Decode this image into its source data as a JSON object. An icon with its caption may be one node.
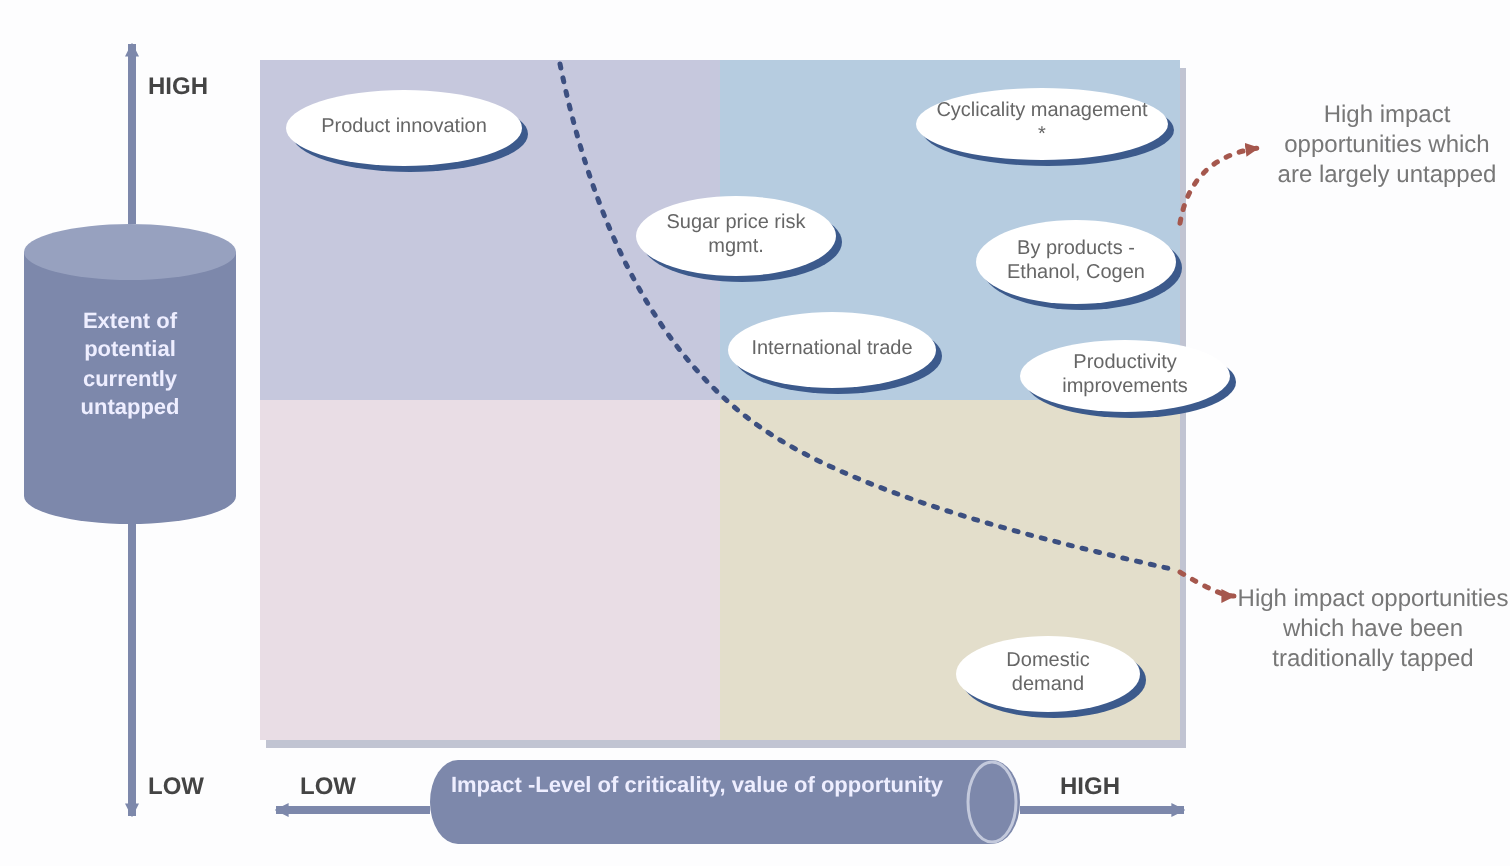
{
  "diagram": {
    "nodes": [
      {
        "text": [],
        "shape": "box"
      },
      {
        "text": [
          "Product innovation"
        ],
        "in": 0
      },
      {
        "text": [],
        "shape": "box"
      },
      {
        "text": [
          "Cyclicality management *"
        ],
        "in": 2
      },
      {
        "text": [
          "Sugar price risk mgmt."
        ]
      },
      {
        "text": [
          "By products - Ethanol, Cogen"
        ],
        "in": 2
      },
      {
        "text": [
          "International trade"
        ],
        "in": 2
      },
      {
        "text": [
          "Productivity improvements"
        ]
      },
      {
        "text": [
          "High impact opportunities which are largely untapped"
        ]
      },
      {
        "text": [
          "Extent of potential currently untapped"
        ]
      },
      {
        "text": [],
        "shape": "box"
      },
      {
        "text": [],
        "shape": "box"
      },
      {
        "text": [
          "Domestic demand"
        ],
        "in": 11
      },
      {
        "text": [
          "High impact opportunities which have been traditionally tapped"
        ]
      },
      {
        "text": [
          "Impact -Level of criticality, value of opportunity"
        ]
      }
    ],
    "edges": [
      {
        "from": 2,
        "to": 8,
        "arrow": "to",
        "style": "dashed",
        "color": "#a5574d"
      },
      {
        "from": 11,
        "to": 13,
        "arrow": "to",
        "style": "dashed",
        "color": "#a5574d"
      }
    ],
    "labels": [
      "HIGH",
      "LOW",
      "LOW",
      "HIGH"
    ]
  }
}
